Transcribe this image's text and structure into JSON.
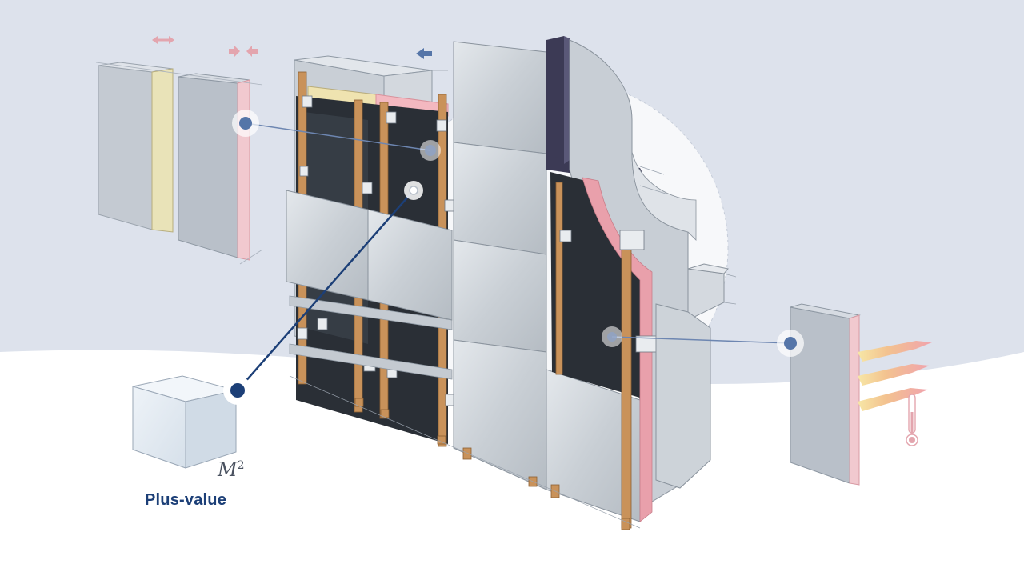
{
  "caption": {
    "text": "Plus-value"
  },
  "unit_mark": {
    "base": "M",
    "exp": "2"
  },
  "colors": {
    "sky": "#dde2ec",
    "ground": "#ffffff",
    "accent_blue": "#1c3f77",
    "membrane_black": "#2a2f36",
    "insulation_pink": "#e9a0ab",
    "wood": "#c9925a",
    "panel_grey": "#c7cdd3",
    "frame_dark": "#3c3a55"
  },
  "callouts": [
    {
      "name": "membrane-callout",
      "style": "light"
    },
    {
      "name": "insulation-callout",
      "style": "light"
    },
    {
      "name": "plus-value-callout",
      "style": "dark"
    },
    {
      "name": "thermal-callout",
      "style": "light"
    }
  ]
}
